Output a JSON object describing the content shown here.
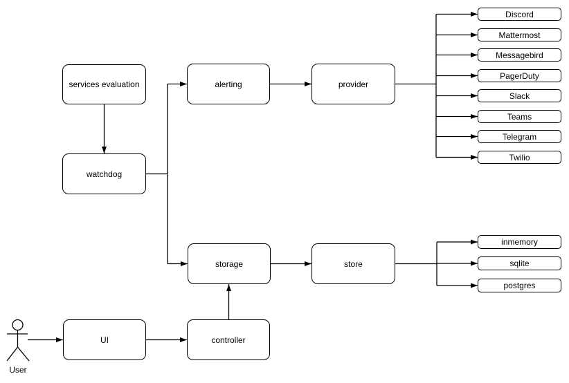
{
  "diagram": {
    "nodes": {
      "services_evaluation": {
        "label": "services evaluation"
      },
      "watchdog": {
        "label": "watchdog"
      },
      "alerting": {
        "label": "alerting"
      },
      "provider": {
        "label": "provider"
      },
      "storage": {
        "label": "storage"
      },
      "store": {
        "label": "store"
      },
      "ui": {
        "label": "UI"
      },
      "controller": {
        "label": "controller"
      }
    },
    "provider_targets": [
      "Discord",
      "Mattermost",
      "Messagebird",
      "PagerDuty",
      "Slack",
      "Teams",
      "Telegram",
      "Twilio"
    ],
    "store_targets": [
      "inmemory",
      "sqlite",
      "postgres"
    ],
    "actor": {
      "label": "User"
    },
    "colors": {
      "stroke": "#000000",
      "node_fill": "#ffffff",
      "background": "#ffffff"
    }
  }
}
